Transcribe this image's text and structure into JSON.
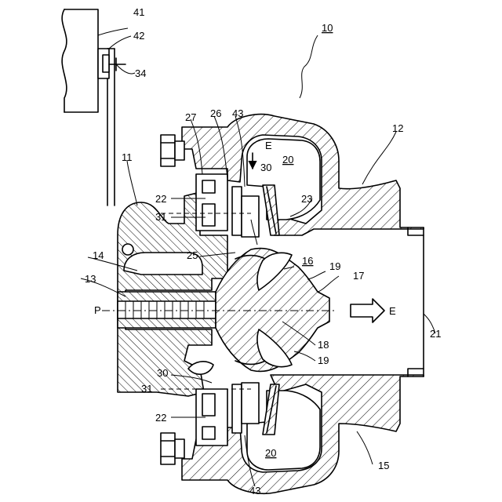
{
  "figure": {
    "labels": {
      "n10": "10",
      "n11": "11",
      "n12": "12",
      "n13": "13",
      "n14": "14",
      "n15": "15",
      "n16": "16",
      "n17": "17",
      "n18": "18",
      "n19a": "19",
      "n19b": "19",
      "n20a": "20",
      "n20b": "20",
      "n21": "21",
      "n22a": "22",
      "n22b": "22",
      "n23": "23",
      "n25": "25",
      "n26": "26",
      "n27": "27",
      "n30a": "30",
      "n30b": "30",
      "n31a": "31",
      "n31b": "31",
      "n34": "34",
      "n41": "41",
      "n42": "42",
      "n43a": "43",
      "n43b": "43",
      "e_top": "E",
      "e_right": "E",
      "p_axis": "P"
    }
  }
}
